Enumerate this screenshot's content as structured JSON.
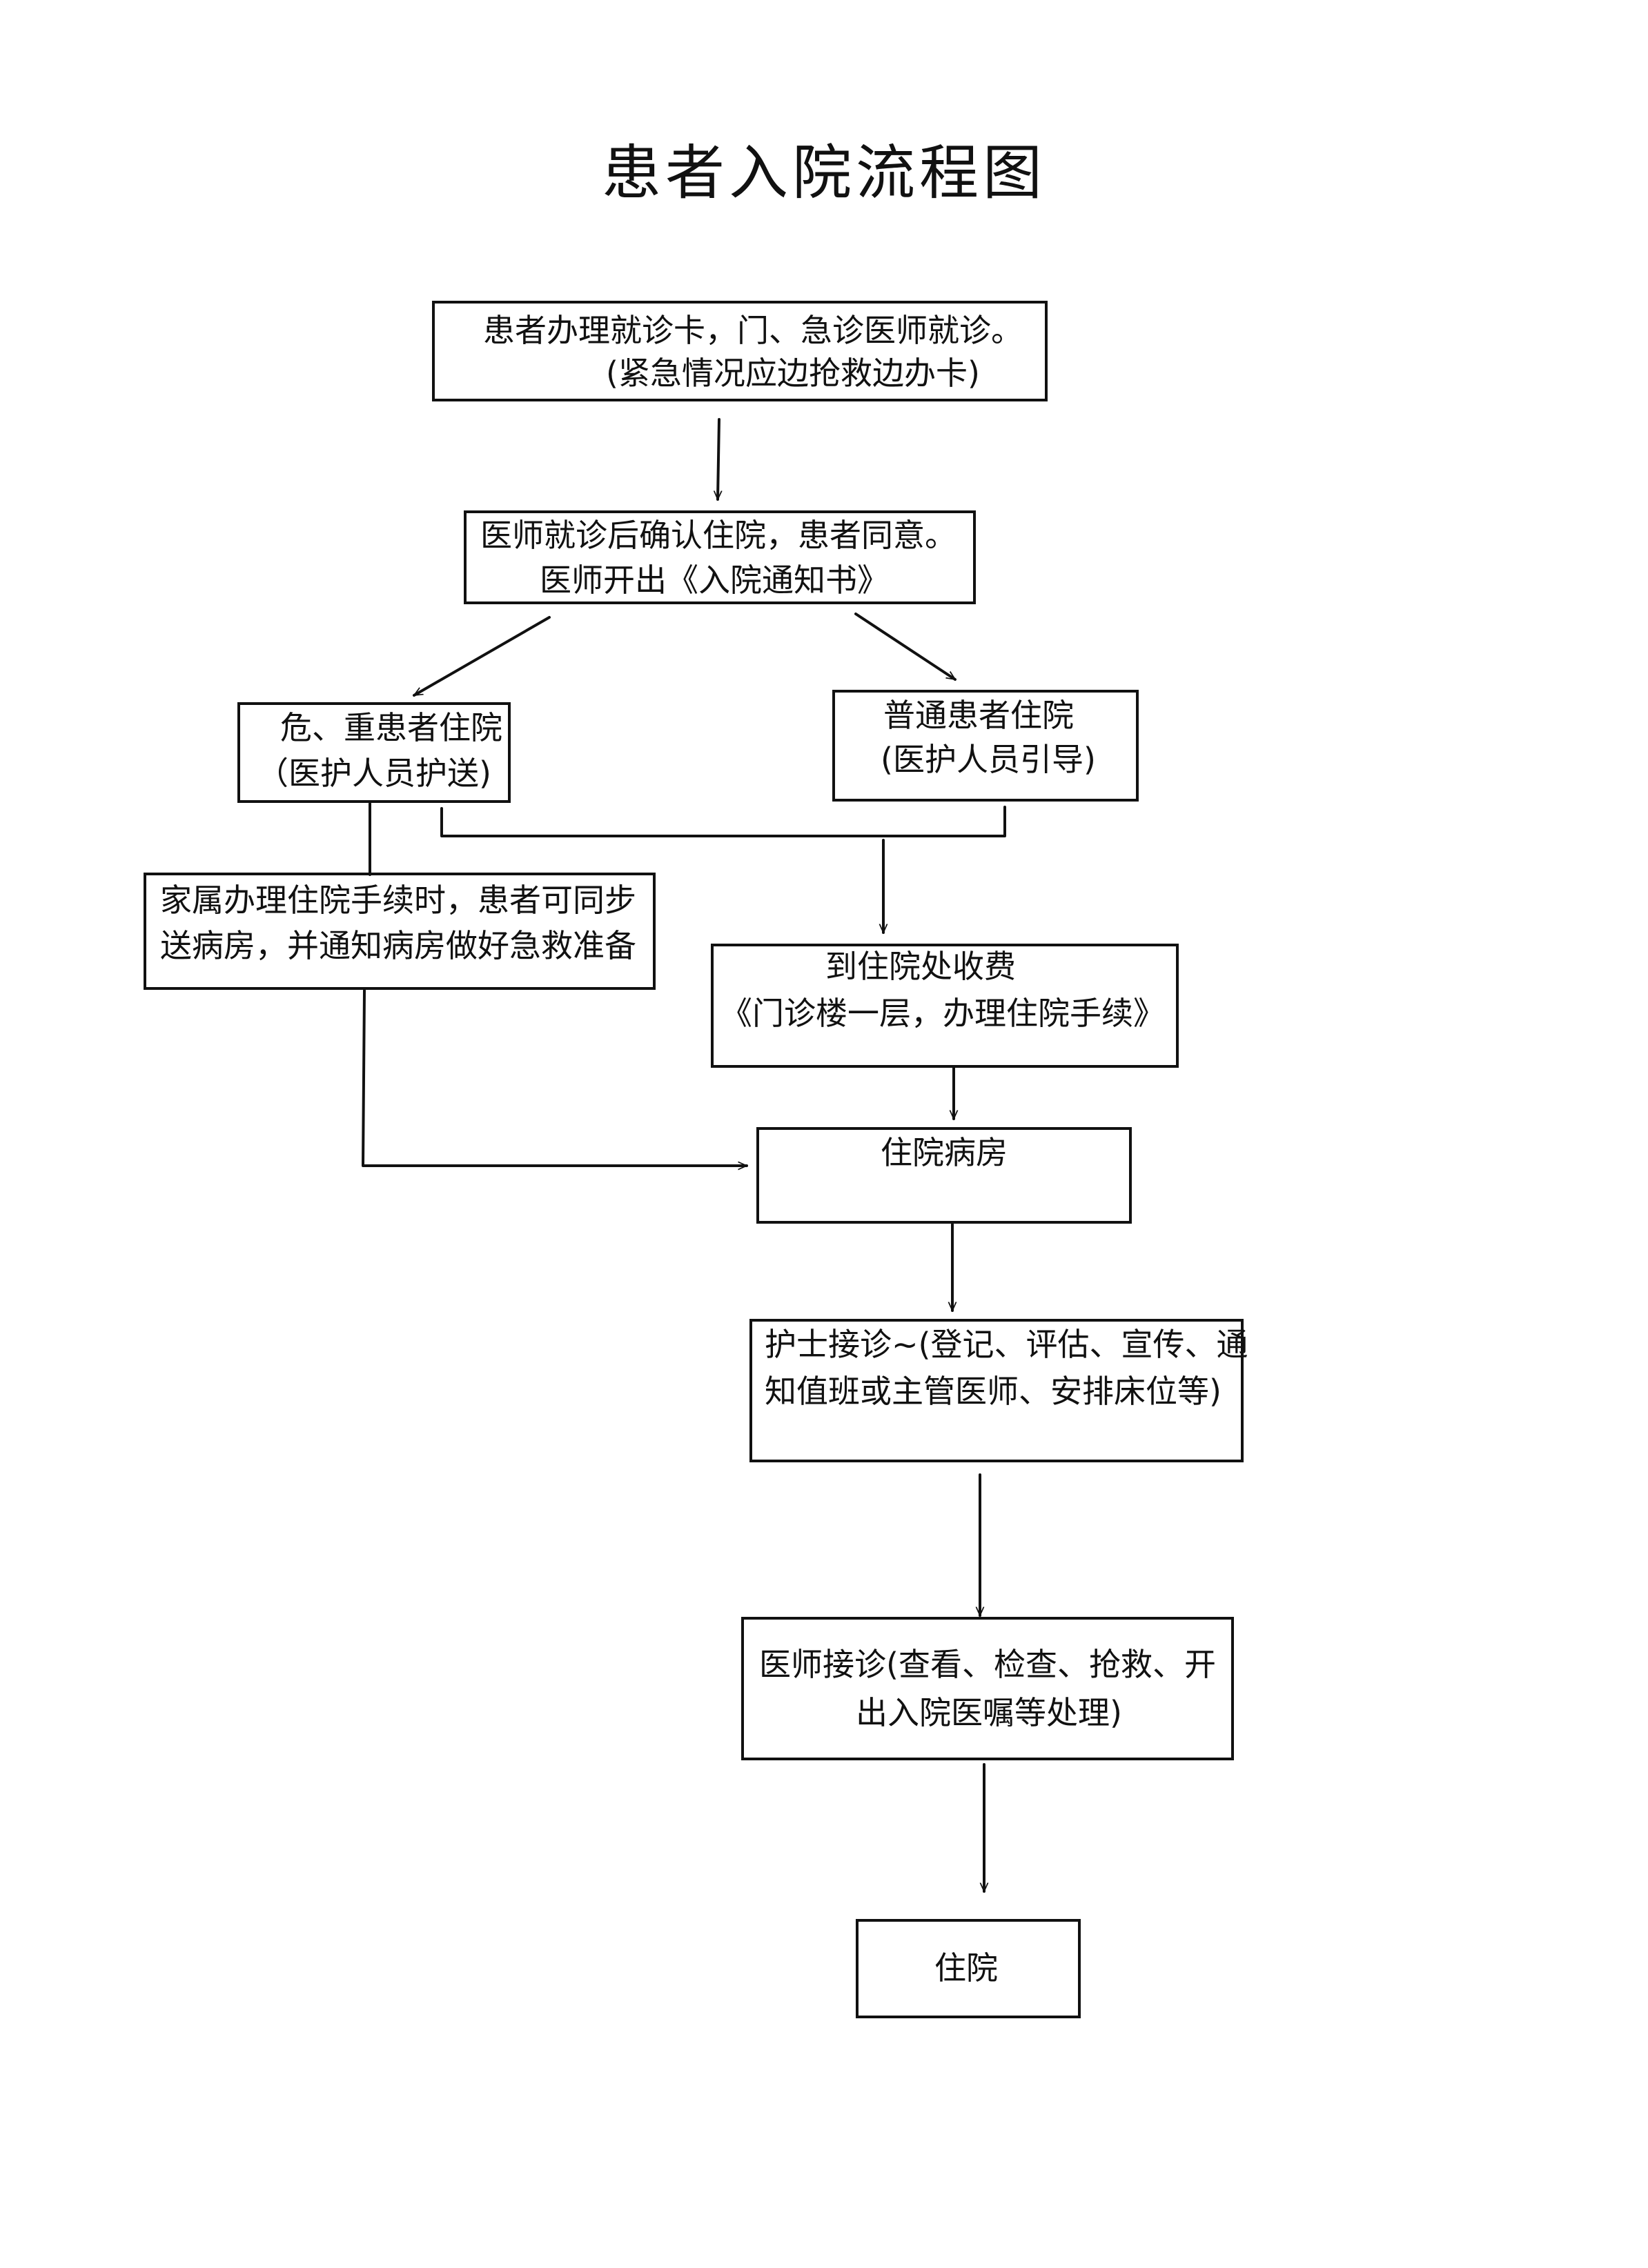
{
  "title": "患者入院流程图",
  "nodes": {
    "registration": [
      "患者办理就诊卡，门、急诊医师就诊。",
      "(紧急情况应边抢救边办卡)"
    ],
    "confirm_admission": [
      "医师就诊后确认住院，患者同意。",
      "医师开出《入院通知书》"
    ],
    "critical_patient": [
      "危、重患者住院",
      "（医护人员护送)"
    ],
    "normal_patient": [
      "普通患者住院",
      "(医护人员引导)"
    ],
    "family_procedure": [
      "家属办理住院手续时，患者可同步",
      "送病房，并通知病房做好急救准备"
    ],
    "payment": [
      "到住院处收费",
      "《门诊楼一层，办理住院手续》"
    ],
    "ward": [
      "住院病房"
    ],
    "nurse_reception": [
      "护士接诊~(登记、评估、宣传、通",
      "知值班或主管医师、安排床位等)"
    ],
    "doctor_reception": [
      "医师接诊(查看、检查、抢救、开",
      "出入院医嘱等处理)"
    ],
    "hospitalized": [
      "住院"
    ]
  }
}
